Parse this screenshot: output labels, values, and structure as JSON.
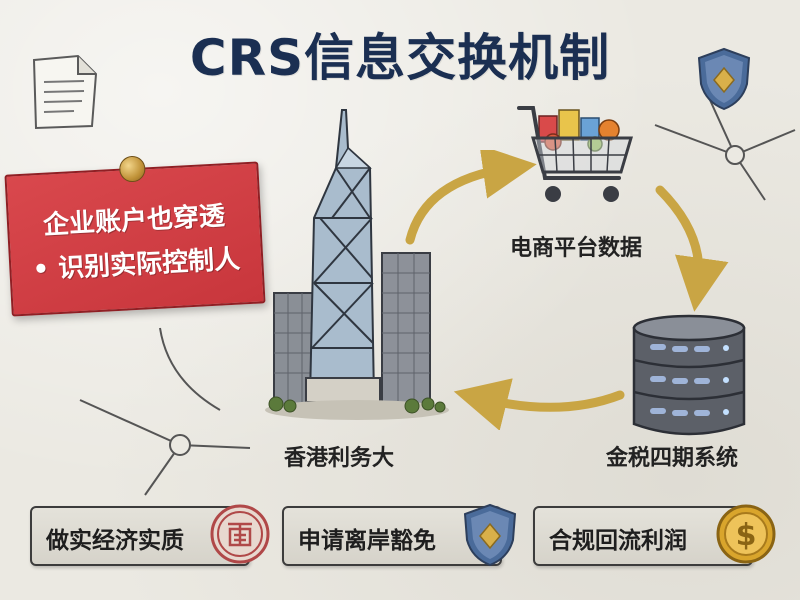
{
  "title": "CRS信息交换机制",
  "note": {
    "line1": "企业账户也穿透",
    "line2": "• 识别实际控制人"
  },
  "nodes": {
    "ecommerce": "电商平台数据",
    "tax_system": "金税四期系统",
    "hongkong": "香港利务大"
  },
  "bottom": [
    {
      "label": "做实经济实质",
      "icon": "seal-stamp-icon"
    },
    {
      "label": "申请离岸豁免",
      "icon": "shield-icon"
    },
    {
      "label": "合规回流利润",
      "icon": "gold-coin-icon"
    }
  ],
  "colors": {
    "title": "#1b2f52",
    "note": "#d0393f",
    "arrow": "#c9a544",
    "shield_blue": "#4a6b9a",
    "gold": "#d9a52c"
  }
}
